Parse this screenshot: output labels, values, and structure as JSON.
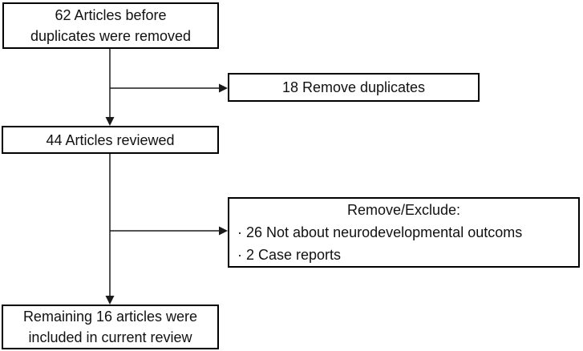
{
  "colors": {
    "background": "#ffffff",
    "box_border": "#000000",
    "text": "#111111",
    "connector": "#1a1a1a"
  },
  "flow": {
    "initial": {
      "line1": "62 Articles before",
      "line2": "duplicates were removed"
    },
    "duplicates_removed": {
      "label": "18 Remove duplicates"
    },
    "reviewed": {
      "label": "44 Articles reviewed"
    },
    "excluded": {
      "title": "Remove/Exclude:",
      "item1": "· 26 Not about neurodevelopmental outcoms",
      "item2": "· 2 Case reports"
    },
    "final": {
      "line1": "Remaining 16 articles were",
      "line2": "included in current review"
    }
  }
}
